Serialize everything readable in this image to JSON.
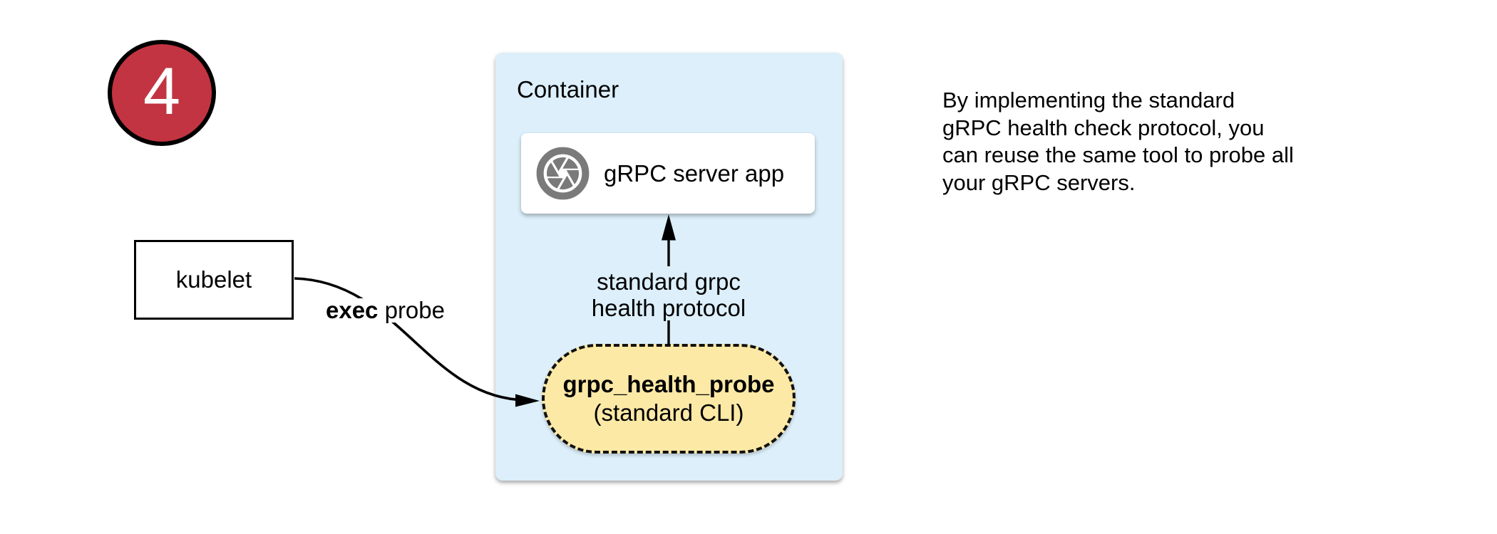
{
  "badge": {
    "number": "4",
    "bg_color": "#C23441",
    "ring_color": "#000000"
  },
  "kubelet": {
    "label": "kubelet"
  },
  "exec_probe": {
    "bold": "exec",
    "regular": " probe"
  },
  "container": {
    "title": "Container",
    "bg_color": "#DCEFFA",
    "server_app": {
      "label": "gRPC server app",
      "icon": "aperture-icon",
      "icon_color": "#7A7A7A"
    },
    "protocol_arrow_label": "standard grpc\nhealth protocol",
    "probe_pill": {
      "title": "grpc_health_probe",
      "subtitle": "(standard CLI)",
      "bg_color": "#FCE9A6"
    }
  },
  "caption": "By implementing the standard\ngRPC health check protocol, you\ncan reuse the same tool to probe all\nyour gRPC servers.",
  "arrow_color": "#000000"
}
